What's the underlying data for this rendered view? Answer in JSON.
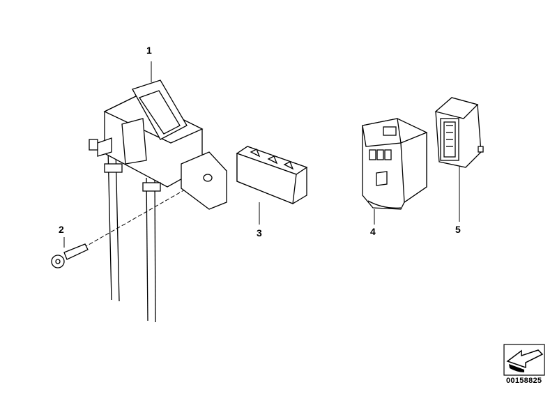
{
  "callouts": [
    {
      "number": "1",
      "part": "relay-holder-with-cable-ties"
    },
    {
      "number": "2",
      "part": "screw"
    },
    {
      "number": "3",
      "part": "cover-cap"
    },
    {
      "number": "4",
      "part": "connector-housing"
    },
    {
      "number": "5",
      "part": "plug-housing"
    }
  ],
  "diagram_code": "00158825"
}
